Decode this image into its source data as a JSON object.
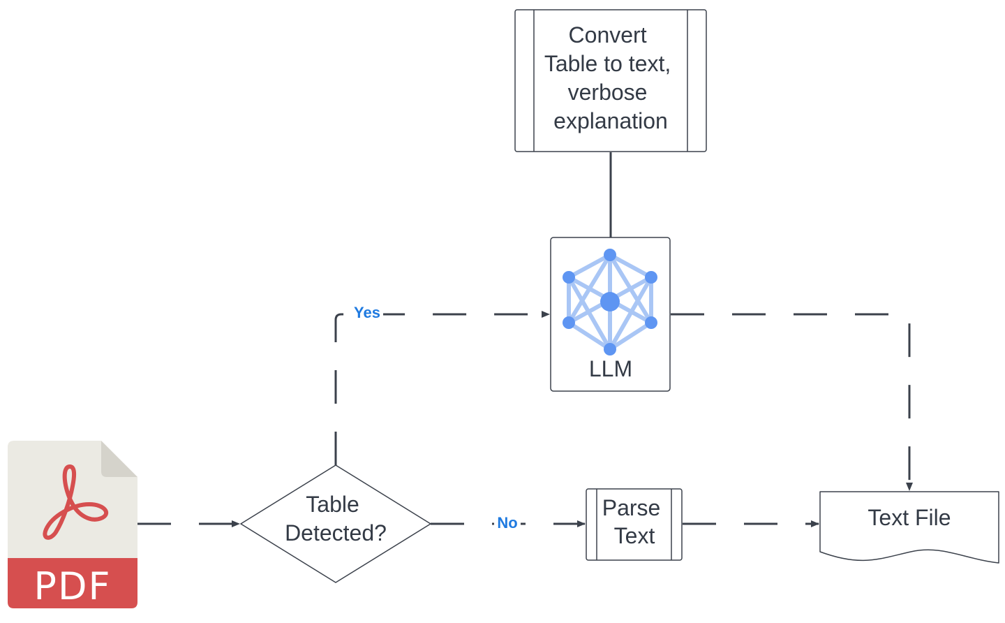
{
  "nodes": {
    "convert": [
      "Convert",
      "Table to text,",
      "verbose",
      "explanation"
    ],
    "llm": "LLM",
    "decision": [
      "Table",
      "Detected?"
    ],
    "parse": [
      "Parse",
      "Text"
    ],
    "textfile": "Text File",
    "pdf": "PDF"
  },
  "edges": {
    "yes_label": "Yes",
    "no_label": "No"
  },
  "colors": {
    "stroke": "#3b414b",
    "label_blue": "#1f7ae0",
    "network_line": "#a9c6f5",
    "network_node": "#5e95f2",
    "pdf_red": "#d64f4f",
    "pdf_paper": "#ebeae3",
    "pdf_fold": "#d5d3cb"
  },
  "icons": {
    "pdf": "pdf-file-icon",
    "llm": "neural-network-icon"
  }
}
